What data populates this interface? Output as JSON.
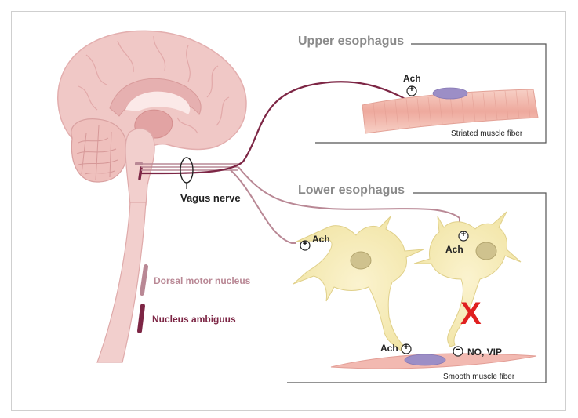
{
  "upper_panel": {
    "title": "Upper esophagus",
    "fiber_label": "Striated muscle fiber",
    "ach_label": "Ach",
    "sign": "+"
  },
  "lower_panel": {
    "title": "Lower esophagus",
    "fiber_label": "Smooth muscle fiber",
    "ach_left": "Ach",
    "ach_right": "Ach",
    "ach_bottom": "Ach",
    "no_vip": "NO, VIP",
    "plus": "+",
    "minus": "−",
    "block_mark": "X"
  },
  "vagus_label": "Vagus nerve",
  "legend": [
    {
      "label": "Dorsal motor nucleus",
      "color": "#b98895"
    },
    {
      "label": "Nucleus ambiguus",
      "color": "#7d2645"
    }
  ],
  "colors": {
    "brain": "#f0c8c6",
    "brain_dark": "#d99a9a",
    "nerve": "#7d2645",
    "nerve_light": "#b98895",
    "neuron": "#f8f0c0",
    "muscle": "#f0b8ae",
    "nucleus_cell": "#9c8ec6",
    "block": "#e02020"
  }
}
